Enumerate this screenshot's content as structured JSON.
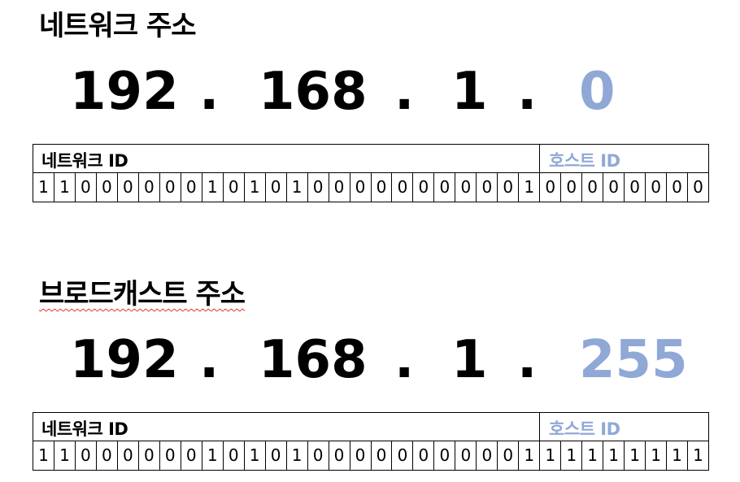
{
  "network": {
    "heading": "네트워크 주소",
    "octets": [
      "192",
      "168",
      "1",
      "0"
    ],
    "dots": [
      ".",
      ".",
      "."
    ],
    "label_network": "네트워크 ID",
    "label_host": "호스트  ID",
    "bits": [
      "1",
      "1",
      "0",
      "0",
      "0",
      "0",
      "0",
      "0",
      "1",
      "0",
      "1",
      "0",
      "1",
      "0",
      "0",
      "0",
      "0",
      "0",
      "0",
      "0",
      "0",
      "0",
      "0",
      "1",
      "0",
      "0",
      "0",
      "0",
      "0",
      "0",
      "0",
      "0"
    ]
  },
  "broadcast": {
    "heading": "브로드캐스트 주소",
    "octets": [
      "192",
      "168",
      "1",
      "255"
    ],
    "dots": [
      ".",
      ".",
      "."
    ],
    "label_network": "네트워크 ID",
    "label_host": "호스트  ID",
    "bits": [
      "1",
      "1",
      "0",
      "0",
      "0",
      "0",
      "0",
      "0",
      "1",
      "0",
      "1",
      "0",
      "1",
      "0",
      "0",
      "0",
      "0",
      "0",
      "0",
      "0",
      "0",
      "0",
      "0",
      "1",
      "1",
      "1",
      "1",
      "1",
      "1",
      "1",
      "1",
      "1"
    ]
  },
  "colors": {
    "host": "#8fa8d6",
    "spellcheck_underline": "#e03030"
  }
}
